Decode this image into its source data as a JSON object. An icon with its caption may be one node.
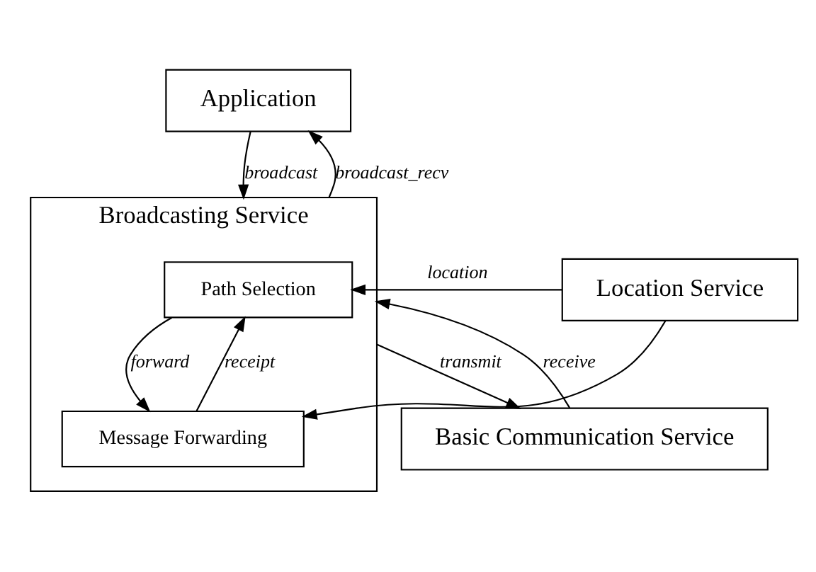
{
  "diagram": {
    "nodes": [
      {
        "text": [
          "Application"
        ]
      },
      {
        "text": [
          "Location Service"
        ]
      },
      {
        "text": [
          "Broadcasting Service"
        ]
      },
      {
        "text": [
          "Path Selection"
        ],
        "in": 2
      },
      {
        "text": [
          "Message Forwarding"
        ],
        "in": 2
      },
      {
        "text": [
          "Basic Communication Service"
        ]
      }
    ],
    "edges": [
      {
        "from": 0,
        "to": 2,
        "arrow": "to",
        "label": "broadcast"
      },
      {
        "from": 2,
        "to": 0,
        "arrow": "to",
        "label": "broadcast_recv"
      },
      {
        "from": 1,
        "to": 3,
        "arrow": "to",
        "label": "location"
      },
      {
        "from": 1,
        "to": 4,
        "arrow": "to"
      },
      {
        "from": 3,
        "to": 4,
        "arrow": "to",
        "label": "forward"
      },
      {
        "from": 4,
        "to": 3,
        "arrow": "to",
        "label": "receipt"
      },
      {
        "from": 2,
        "to": 5,
        "arrow": "to",
        "label": "transmit"
      },
      {
        "from": 5,
        "to": 2,
        "arrow": "to",
        "label": "receive"
      }
    ]
  }
}
